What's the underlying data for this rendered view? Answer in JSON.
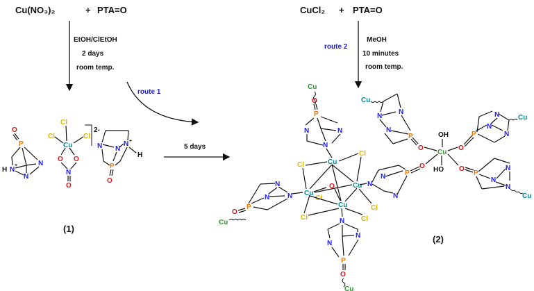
{
  "reaction_left": {
    "reactant_1": "Cu(NO₃)₂",
    "plus": "+",
    "reactant_2": "PTA=O",
    "solvent": "EtOH/ClEtOH",
    "time": "2 days",
    "temperature": "room temp."
  },
  "reaction_right": {
    "reactant_1": "CuCl₂",
    "plus": "+",
    "reactant_2": "PTA=O",
    "route": "route 2",
    "solvent": "MeOH",
    "time": "10 minutes",
    "temperature": "room temp."
  },
  "route_1": "route 1",
  "conversion_time": "5 days",
  "complex_1": {
    "label": "(1)",
    "charge": "2-",
    "atoms": {
      "cu": "Cu",
      "cl": "Cl",
      "o": "O",
      "n": "N",
      "p": "P",
      "h": "H",
      "n_plus": "N",
      "plus": "+"
    }
  },
  "complex_2": {
    "label": "(2)",
    "atoms": {
      "cu": "Cu",
      "cl": "Cl",
      "o": "O",
      "n": "N",
      "p": "P",
      "oh": "OH",
      "ho": "HO"
    }
  },
  "colors": {
    "nitrogen": "#1a1aff",
    "phosphorus": "#f07800",
    "oxygen": "#e01010",
    "chlorine": "#e0b400",
    "copper": "#008a9a",
    "copper_terminal": "#2e9a2e",
    "route_label": "#1a1ad8"
  }
}
